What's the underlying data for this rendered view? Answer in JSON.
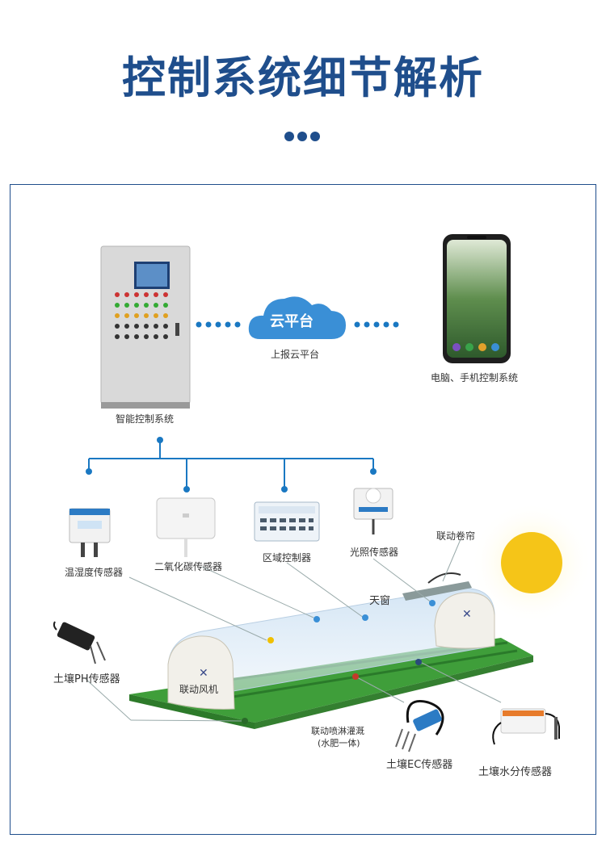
{
  "title": "控制系统细节解析",
  "labels": {
    "cabinet": "智能控制系统",
    "cloud": "云平台",
    "cloud_caption": "上报云平台",
    "phone": "电脑、手机控制系统",
    "humidity": "温湿度传感器",
    "co2": "二氧化碳传感器",
    "zone_controller": "区域控制器",
    "light": "光照传感器",
    "curtain": "联动卷帘",
    "skylight": "天窗",
    "ph": "土壤PH传感器",
    "fan": "联动风机",
    "irrigation_1": "联动喷淋灌溉",
    "irrigation_2": "(水肥一体)",
    "ec": "土壤EC传感器",
    "moisture": "土壤水分传感器"
  },
  "colors": {
    "title": "#1f4e8c",
    "connector": "#1a78c2",
    "cloud": "#3a8fd6",
    "ground": "#3f9e3a",
    "sun": "#f5c518"
  }
}
